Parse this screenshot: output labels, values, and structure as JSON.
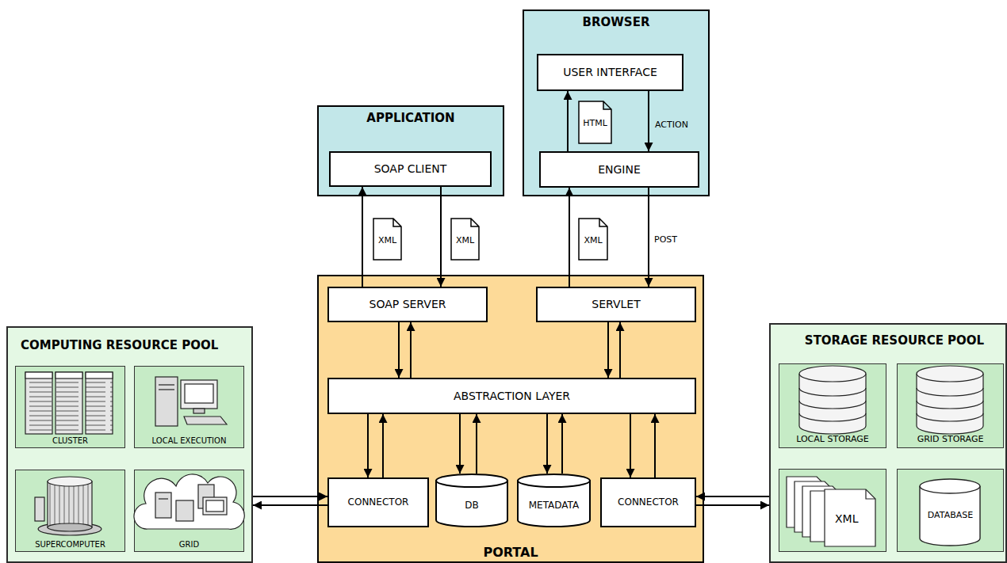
{
  "diagram": {
    "nodes": [
      {
        "text": [
          "BROWSER"
        ]
      },
      {
        "text": [
          "USER INTERFACE"
        ],
        "in": 0
      },
      {
        "text": [
          "ENGINE"
        ],
        "in": 0
      },
      {
        "text": [
          "HTML"
        ],
        "in": 0
      },
      {
        "text": [
          "APPLICATION"
        ]
      },
      {
        "text": [
          "SOAP CLIENT"
        ],
        "in": 4
      },
      {
        "text": [
          "XML"
        ]
      },
      {
        "text": [
          "XML"
        ]
      },
      {
        "text": [
          "XML"
        ]
      },
      {
        "text": [
          "PORTAL"
        ]
      },
      {
        "text": [
          "SOAP SERVER"
        ],
        "in": 9
      },
      {
        "text": [
          "SERVLET"
        ],
        "in": 9
      },
      {
        "text": [
          "ABSTRACTION LAYER"
        ],
        "in": 9
      },
      {
        "text": [
          "CONNECTOR"
        ],
        "in": 9
      },
      {
        "text": [
          "DB"
        ],
        "in": 9
      },
      {
        "text": [
          "METADATA"
        ],
        "in": 9
      },
      {
        "text": [
          "CONNECTOR"
        ],
        "in": 9
      },
      {
        "text": [
          "COMPUTING RESOURCE POOL"
        ]
      },
      {
        "text": [
          "CLUSTER"
        ],
        "in": 17
      },
      {
        "text": [
          "LOCAL EXECUTION"
        ],
        "in": 17
      },
      {
        "text": [
          "SUPERCOMPUTER"
        ],
        "in": 17
      },
      {
        "text": [
          "GRID"
        ],
        "in": 17
      },
      {
        "text": [
          "STORAGE RESOURCE POOL"
        ]
      },
      {
        "text": [
          "LOCAL STORAGE"
        ],
        "in": 22
      },
      {
        "text": [
          "GRID STORAGE"
        ],
        "in": 22
      },
      {
        "text": [
          "XML"
        ],
        "in": 22
      },
      {
        "text": [
          "DATABASE"
        ],
        "in": 22
      }
    ],
    "edges": [
      {
        "from": 1,
        "to": 2,
        "label": "ACTION",
        "arrow": "to"
      },
      {
        "from": 2,
        "to": 1,
        "arrow": "to"
      },
      {
        "from": 10,
        "to": 5,
        "arrow": "to"
      },
      {
        "from": 5,
        "to": 10,
        "arrow": "to"
      },
      {
        "from": 11,
        "to": 2,
        "arrow": "to"
      },
      {
        "from": 2,
        "to": 11,
        "label": "POST",
        "arrow": "to"
      },
      {
        "from": 10,
        "to": 12,
        "arrow": "to"
      },
      {
        "from": 12,
        "to": 10,
        "arrow": "to"
      },
      {
        "from": 11,
        "to": 12,
        "arrow": "to"
      },
      {
        "from": 12,
        "to": 11,
        "arrow": "to"
      },
      {
        "from": 12,
        "to": 13,
        "arrow": "to"
      },
      {
        "from": 13,
        "to": 12,
        "arrow": "to"
      },
      {
        "from": 12,
        "to": 14,
        "arrow": "to"
      },
      {
        "from": 14,
        "to": 12,
        "arrow": "to"
      },
      {
        "from": 12,
        "to": 15,
        "arrow": "to"
      },
      {
        "from": 15,
        "to": 12,
        "arrow": "to"
      },
      {
        "from": 12,
        "to": 16,
        "arrow": "to"
      },
      {
        "from": 16,
        "to": 12,
        "arrow": "to"
      },
      {
        "from": 13,
        "to": 17,
        "arrow": "to"
      },
      {
        "from": 17,
        "to": 13,
        "arrow": "to"
      },
      {
        "from": 22,
        "to": 16,
        "arrow": "to"
      },
      {
        "from": 16,
        "to": 22,
        "arrow": "to"
      }
    ]
  }
}
